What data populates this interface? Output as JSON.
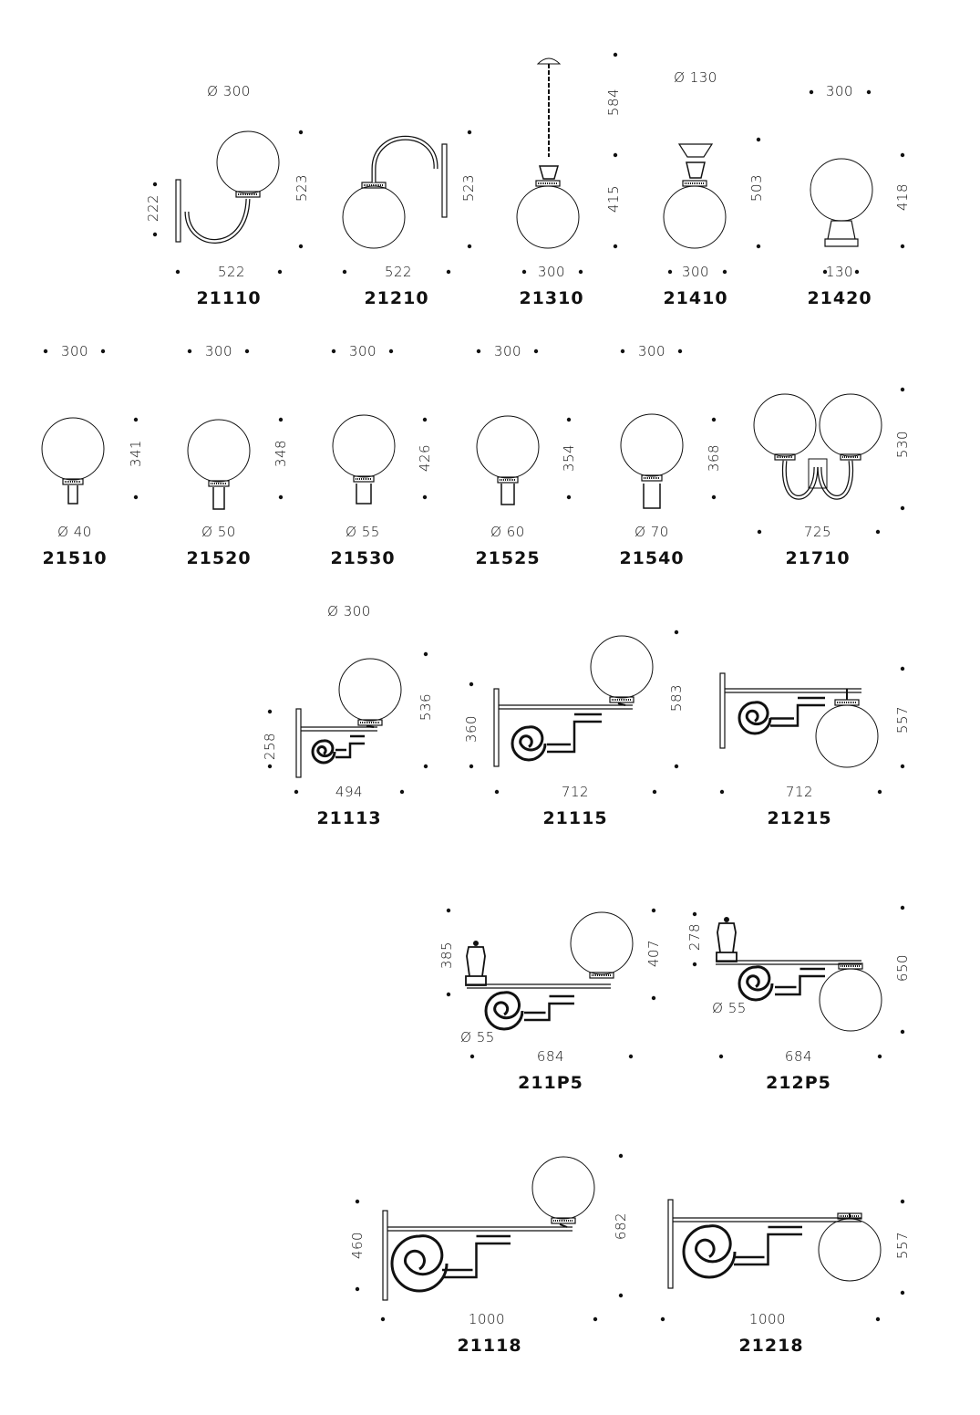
{
  "products": [
    {
      "code": "21110",
      "diameter": "Ø 300",
      "height": "523",
      "width": "522",
      "arm_height": "222"
    },
    {
      "code": "21210",
      "height": "523",
      "width": "522"
    },
    {
      "code": "21310",
      "chain_height": "584",
      "height": "415",
      "width": "300"
    },
    {
      "code": "21410",
      "diameter": "Ø 130",
      "height": "503",
      "width": "300"
    },
    {
      "code": "21420",
      "top_width": "300",
      "height": "418",
      "base_width": "130"
    },
    {
      "code": "21510",
      "top_width": "300",
      "height": "341",
      "mount": "Ø 40"
    },
    {
      "code": "21520",
      "top_width": "300",
      "height": "348",
      "mount": "Ø 50"
    },
    {
      "code": "21530",
      "top_width": "300",
      "height": "426",
      "mount": "Ø 55"
    },
    {
      "code": "21525",
      "top_width": "300",
      "height": "354",
      "mount": "Ø 60"
    },
    {
      "code": "21540",
      "top_width": "300",
      "height": "368",
      "mount": "Ø 70"
    },
    {
      "code": "21710",
      "height": "530",
      "width": "725"
    },
    {
      "code": "21113",
      "diameter": "Ø 300",
      "height": "536",
      "width": "494",
      "arm_height": "258"
    },
    {
      "code": "21115",
      "height": "583",
      "width": "712",
      "arm_height": "360"
    },
    {
      "code": "21215",
      "height": "557",
      "width": "712"
    },
    {
      "code": "211P5",
      "height": "407",
      "width": "684",
      "arm_height": "385",
      "mount": "Ø 55"
    },
    {
      "code": "212P5",
      "height": "650",
      "width": "684",
      "arm_height": "278",
      "mount": "Ø 55"
    },
    {
      "code": "21118",
      "height": "682",
      "width": "1000",
      "arm_height": "460"
    },
    {
      "code": "21218",
      "height": "557",
      "width": "1000"
    }
  ],
  "colors": {
    "line": "#111111",
    "background": "#ffffff"
  }
}
